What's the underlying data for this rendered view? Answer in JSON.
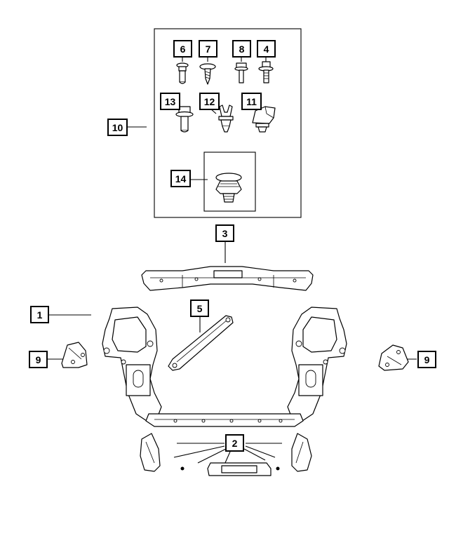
{
  "callouts": {
    "c1": "1",
    "c2": "2",
    "c3": "3",
    "c4": "4",
    "c5": "5",
    "c6": "6",
    "c7": "7",
    "c8": "8",
    "c9_left": "9",
    "c9_right": "9",
    "c10": "10",
    "c11": "11",
    "c12": "12",
    "c13": "13",
    "c14": "14"
  },
  "colors": {
    "line": "#000000",
    "background": "#ffffff"
  }
}
